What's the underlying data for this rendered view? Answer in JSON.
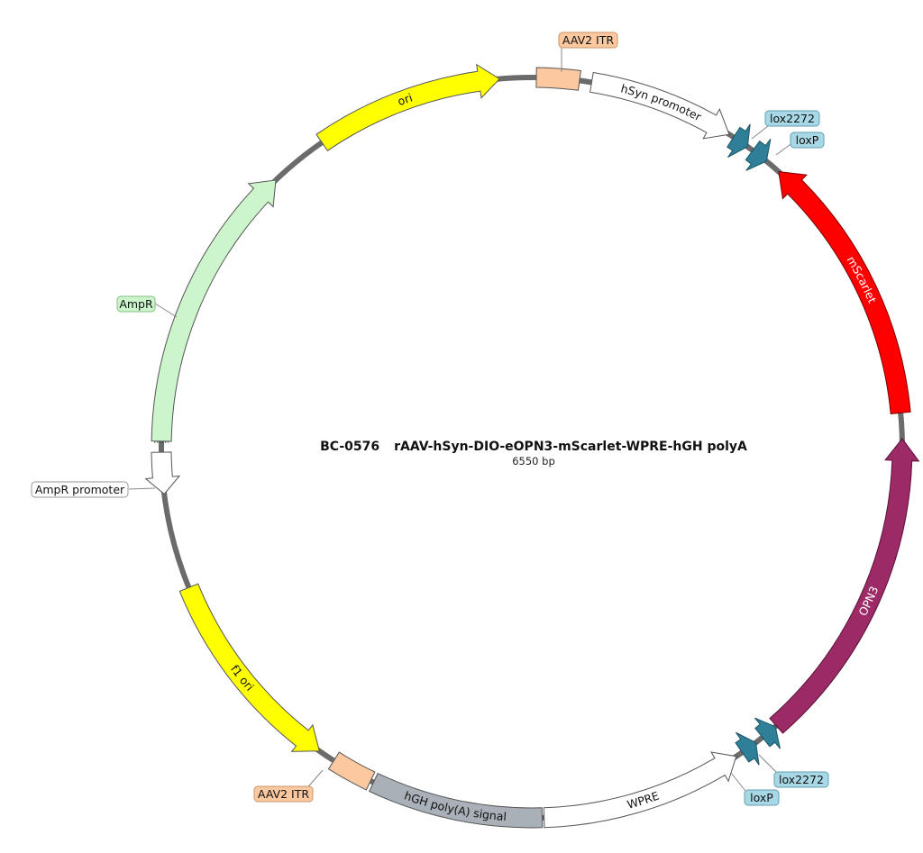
{
  "plasmid": {
    "id": "BC-0576",
    "name": "rAAV-hSyn-DIO-eOPN3-mScarlet-WPRE-hGH polyA",
    "length_text": "6550 bp"
  },
  "colors": {
    "backbone": "#6b6b6b",
    "ori": "#ffff00",
    "itr": "#fcc8a0",
    "promoter": "#ffffff",
    "lox": "#2e7f97",
    "lox_label_bg": "#a8d8e6",
    "mscarlet": "#ff0000",
    "opn3": "#9b2a66",
    "wpre": "#ffffff",
    "polya": "#a9b0b8",
    "ampr": "#ccf5cc"
  },
  "features": {
    "ori": "ori",
    "itr_top": "AAV2 ITR",
    "hsyn": "hSyn promoter",
    "lox2272_top": "lox2272",
    "loxp_top": "loxP",
    "mscarlet": "mScarlet",
    "opn3": "OPN3",
    "lox2272_bottom": "lox2272",
    "loxp_bottom": "loxP",
    "wpre": "WPRE",
    "hgh": "hGH poly(A) signal",
    "itr_bottom": "AAV2 ITR",
    "f1ori": "f1 ori",
    "amp_promoter": "AmpR promoter",
    "ampr": "AmpR"
  }
}
